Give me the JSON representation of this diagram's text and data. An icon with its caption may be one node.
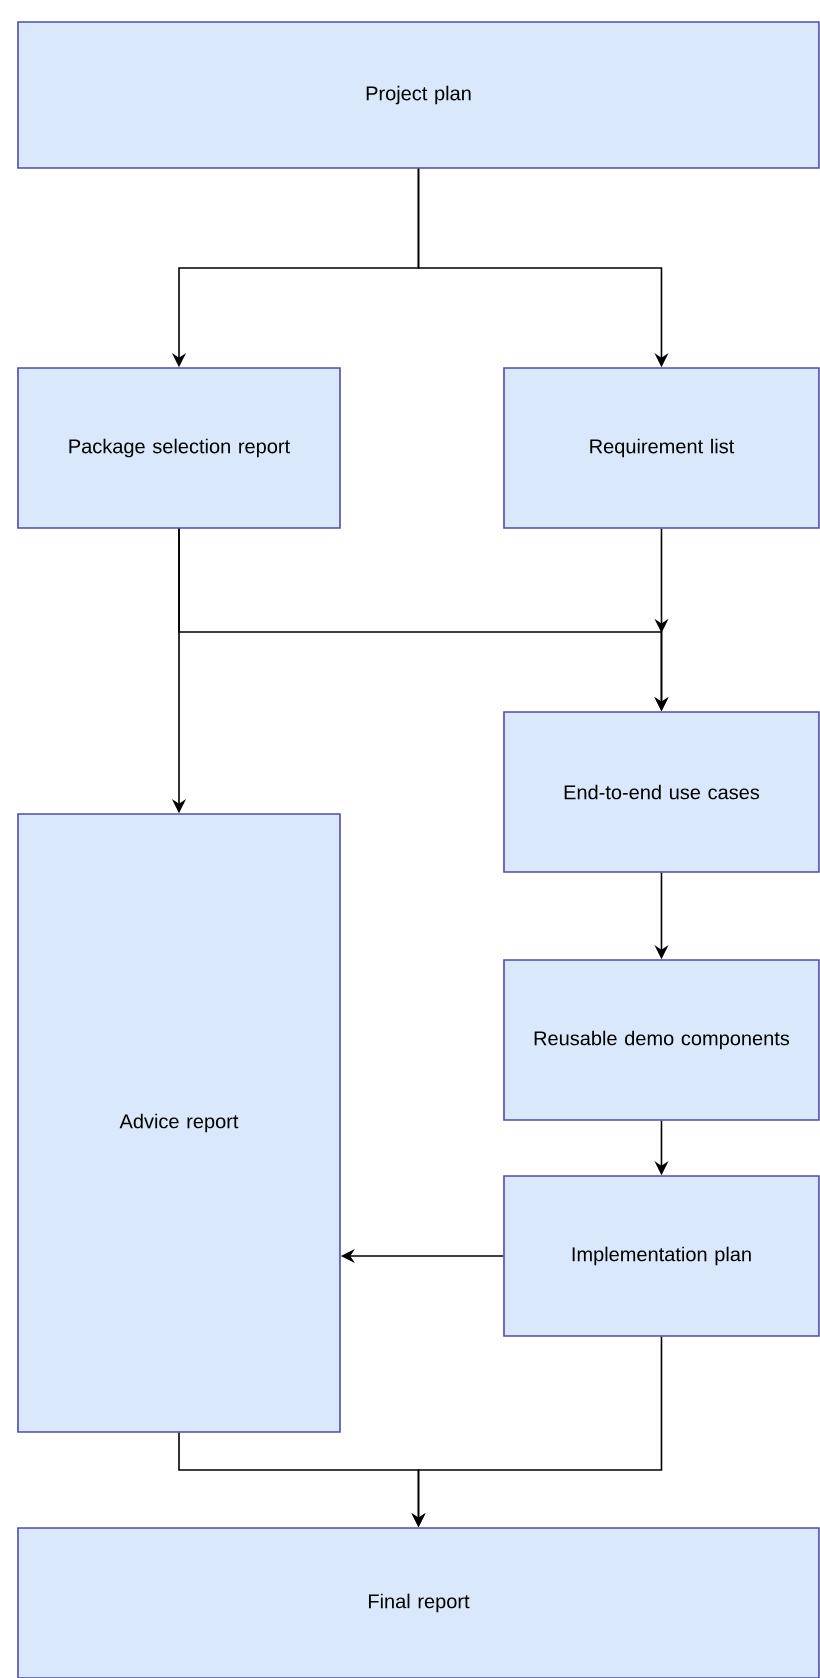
{
  "diagram": {
    "nodes": [
      {
        "text": [
          "Project plan"
        ]
      },
      {
        "text": [
          "Package selection report"
        ]
      },
      {
        "text": [
          "Requirement list"
        ]
      },
      {
        "text": [
          "End-to-end use cases"
        ]
      },
      {
        "text": [
          "Advice report"
        ]
      },
      {
        "text": [
          "Reusable demo components"
        ]
      },
      {
        "text": [
          "Implementation plan"
        ]
      },
      {
        "text": [
          "Final report"
        ]
      }
    ],
    "edges": [
      {
        "from": 0,
        "to": 1,
        "arrow": "to"
      },
      {
        "from": 0,
        "to": 2,
        "arrow": "to"
      },
      {
        "from": 1,
        "to": 4,
        "arrow": "to"
      },
      {
        "from": 1,
        "to": 3,
        "arrow": "to"
      },
      {
        "from": 2,
        "to": 3,
        "arrow": "to"
      },
      {
        "from": 3,
        "to": 5,
        "arrow": "to"
      },
      {
        "from": 5,
        "to": 6,
        "arrow": "to"
      },
      {
        "from": 6,
        "to": 4,
        "arrow": "to"
      },
      {
        "from": 4,
        "to": 7,
        "arrow": "to"
      },
      {
        "from": 6,
        "to": 7,
        "arrow": "to"
      }
    ]
  }
}
